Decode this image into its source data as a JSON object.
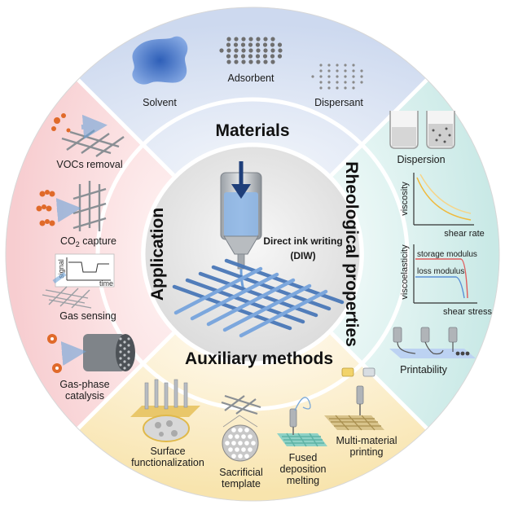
{
  "center": {
    "title_line1": "Direct ink writing",
    "title_line2": "(DIW)"
  },
  "sections": {
    "materials": "Materials",
    "rheological": "Rheological properties",
    "auxiliary": "Auxiliary methods",
    "application": "Application"
  },
  "materials": {
    "solvent": "Solvent",
    "adsorbent": "Adsorbent",
    "dispersant": "Dispersant"
  },
  "rheology": {
    "dispersion": "Dispersion",
    "viscosity_ylabel": "viscosity",
    "viscosity_xlabel": "shear rate",
    "visco_ylabel": "viscoelasticity",
    "storage": "storage modulus",
    "loss": "loss modulus",
    "visco_xlabel": "shear stress",
    "printability": "Printability"
  },
  "auxiliary": {
    "surface_l1": "Surface",
    "surface_l2": "functionalization",
    "sacrificial_l1": "Sacrificial",
    "sacrificial_l2": "template",
    "fdm_l1": "Fused",
    "fdm_l2": "deposition",
    "fdm_l3": "melting",
    "multi_l1": "Multi-material",
    "multi_l2": "printing"
  },
  "application": {
    "vocs": "VOCs removal",
    "co2_main": "CO",
    "co2_sub": "2",
    "co2_rest": " capture",
    "signal": "signal",
    "time": "time",
    "gas_sensing": "Gas sensing",
    "catalysis_l1": "Gas-phase",
    "catalysis_l2": "catalysis"
  },
  "colors": {
    "materials_bg": "#dfe6f3",
    "rheology_bg": "#dcefee",
    "auxiliary_bg": "#fbf0d2",
    "application_bg": "#fbe1e2",
    "ink_blue": "#5b8fd0",
    "arrow_navy": "#1f3f7a"
  }
}
